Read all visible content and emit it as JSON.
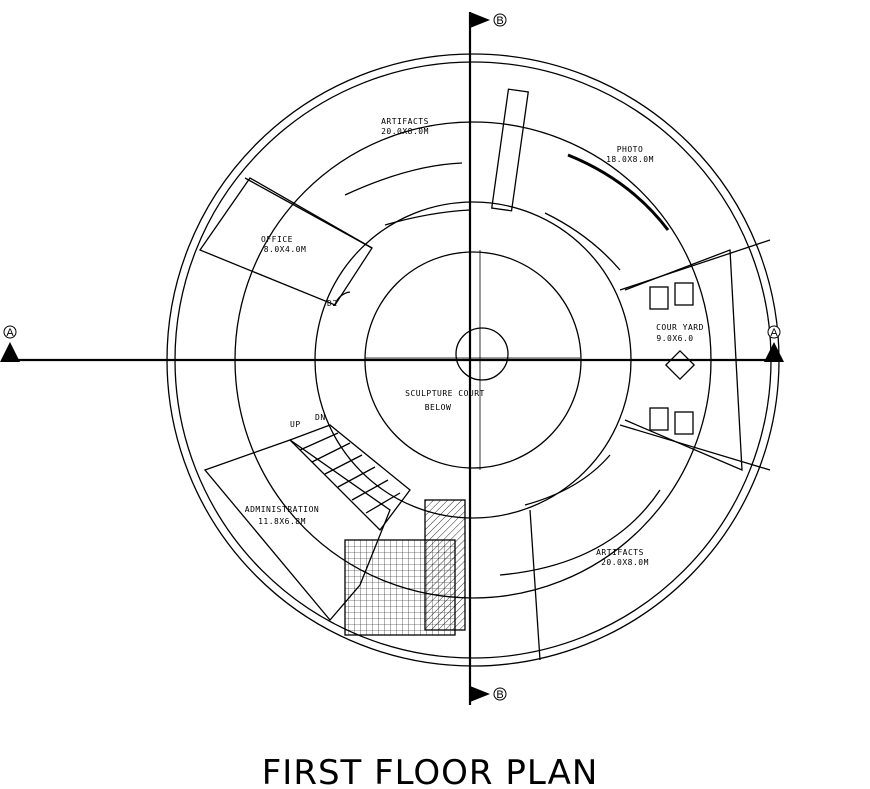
{
  "plan": {
    "title": "FIRST FLOOR PLAN",
    "axes": {
      "a_left": "A",
      "a_right": "A",
      "b_top": "B",
      "b_bottom": "B"
    },
    "rooms": {
      "artifacts_top_name": "ARTIFACTS",
      "artifacts_top_size": "20.0X8.0M",
      "photo_name": "PHOTO",
      "photo_size": "18.0X8.0M",
      "office_name": "OFFICE",
      "office_size": "8.0X4.0M",
      "court_yard_name": "COUR YARD",
      "court_yard_size": "9.0X6.0",
      "sculpture_name": "SCULPTURE COURT",
      "sculpture_sub": "BELOW",
      "admin_name": "ADMINISTRATION",
      "admin_size": "11.8X6.8M",
      "artifacts_bottom_name": "ARTIFACTS",
      "artifacts_bottom_size": "20.0X8.0M"
    },
    "tags": {
      "door_d2": "D2",
      "stair_up": "UP",
      "stair_dn": "DN"
    }
  }
}
